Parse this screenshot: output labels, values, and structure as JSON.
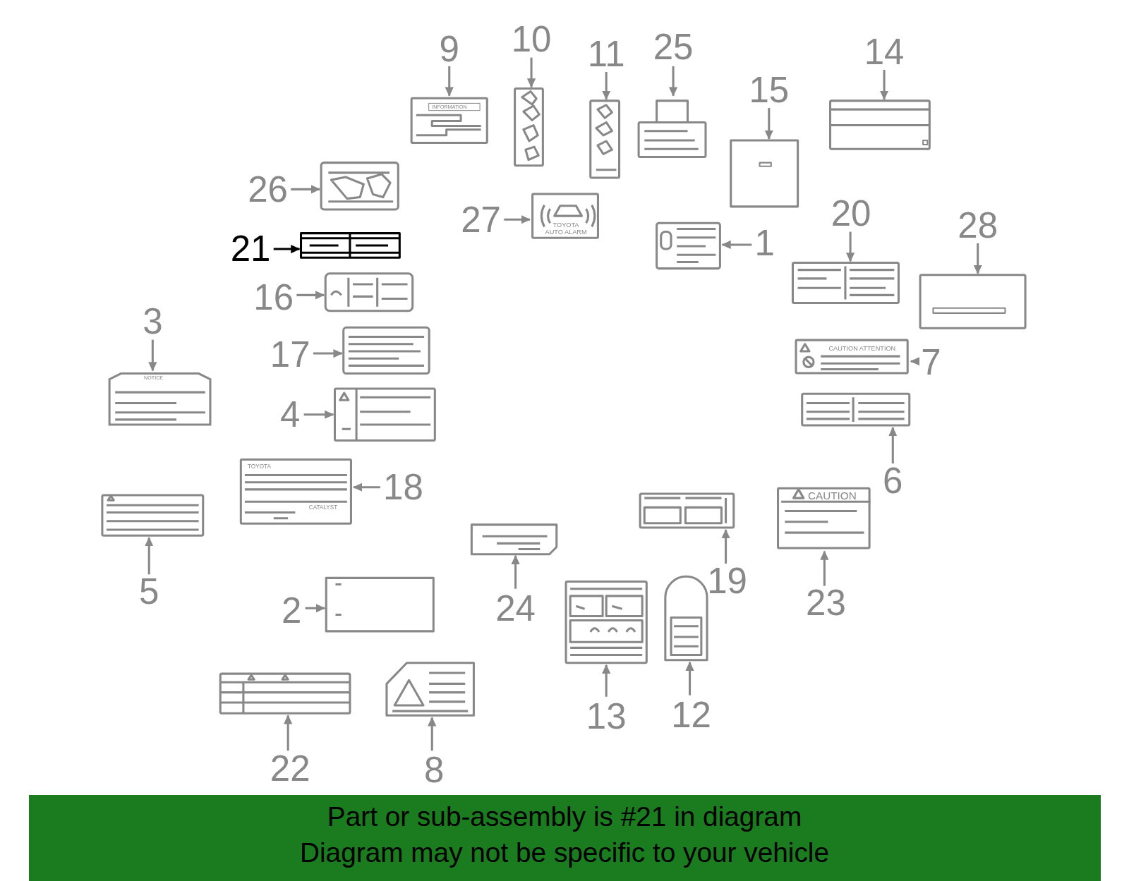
{
  "diagram": {
    "nodes": [
      {
        "text": [
          "INFORMATION"
        ]
      },
      {
        "text": [
          "TOYOTA AUTO ALARM"
        ]
      },
      {
        "text": [
          "CAUTION ATTENTION"
        ]
      },
      {
        "text": [
          "NOTICE"
        ]
      },
      {
        "text": [
          "TOYOTA",
          "CATALYST"
        ]
      },
      {
        "text": [
          "CAUTION"
        ]
      },
      {
        "text": [
          "Part or sub-assembly is #21 in diagram",
          "Diagram may not be specific to your vehicle"
        ]
      }
    ],
    "labels": [
      "9",
      "10",
      "11",
      "25",
      "15",
      "14",
      "26",
      "27",
      "1",
      "20",
      "28",
      "21",
      "16",
      "17",
      "3",
      "7",
      "4",
      "6",
      "18",
      "5",
      "19",
      "23",
      "2",
      "24",
      "13",
      "12",
      "22",
      "8"
    ]
  }
}
